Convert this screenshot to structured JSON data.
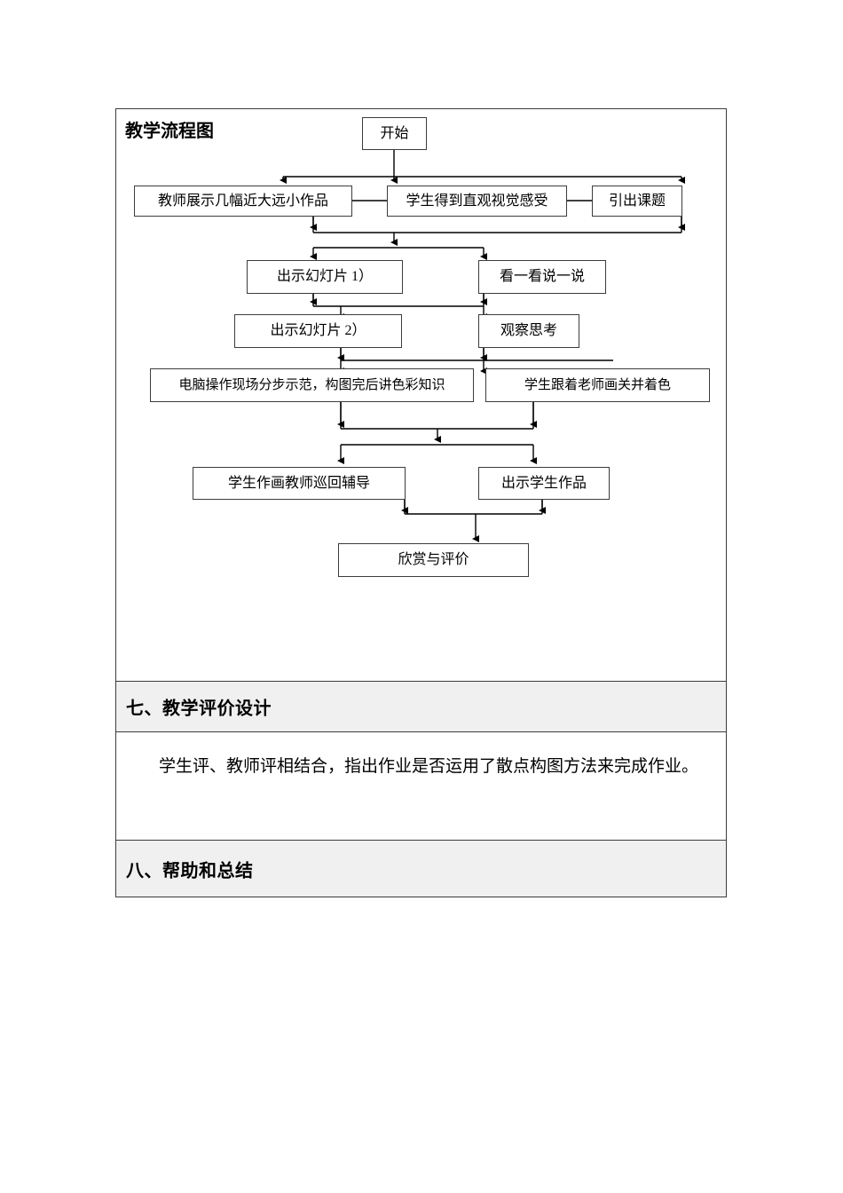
{
  "document": {
    "flow_section": {
      "title": "教学流程图",
      "nodes": [
        {
          "id": "start",
          "label": "开始"
        },
        {
          "id": "n1",
          "label": "教师展示几幅近大远小作品"
        },
        {
          "id": "n2",
          "label": "学生得到直观视觉感受"
        },
        {
          "id": "n3",
          "label": "引出课题"
        },
        {
          "id": "n4",
          "label": "出示幻灯片 1）"
        },
        {
          "id": "n5",
          "label": "看一看说一说"
        },
        {
          "id": "n6",
          "label": "出示幻灯片 2）"
        },
        {
          "id": "n7",
          "label": "观察思考"
        },
        {
          "id": "n8",
          "label": "电脑操作现场分步示范，构图完后讲色彩知识"
        },
        {
          "id": "n9",
          "label": "学生跟着老师画关并着色"
        },
        {
          "id": "n10",
          "label": "学生作画教师巡回辅导"
        },
        {
          "id": "n11",
          "label": "出示学生作品"
        },
        {
          "id": "n12",
          "label": "欣赏与评价"
        }
      ]
    },
    "sections": [
      {
        "id": "sec7",
        "heading": "七、教学评价设计",
        "body": "学生评、教师评相结合，指出作业是否运用了散点构图方法来完成作业。"
      },
      {
        "id": "sec8",
        "heading": "八、帮助和总结",
        "body": ""
      }
    ]
  },
  "colors": {
    "border": "#3c3c3c",
    "shaded_row": "#f0f0f0",
    "page_background": "#ffffff",
    "text": "#000000"
  }
}
